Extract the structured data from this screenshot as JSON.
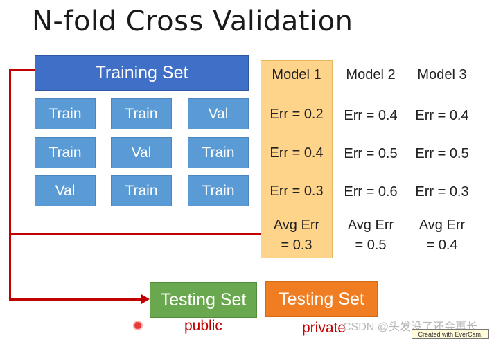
{
  "title": "N-fold Cross Validation",
  "training_set": "Training Set",
  "folds": [
    [
      "Train",
      "Train",
      "Val"
    ],
    [
      "Train",
      "Val",
      "Train"
    ],
    [
      "Val",
      "Train",
      "Train"
    ]
  ],
  "models": [
    {
      "name": "Model 1",
      "errors": [
        "Err = 0.2",
        "Err = 0.4",
        "Err = 0.3"
      ],
      "avg_label": "Avg Err",
      "avg_value": "= 0.3"
    },
    {
      "name": "Model 2",
      "errors": [
        "Err = 0.4",
        "Err = 0.5",
        "Err = 0.6"
      ],
      "avg_label": "Avg Err",
      "avg_value": "= 0.5"
    },
    {
      "name": "Model 3",
      "errors": [
        "Err = 0.4",
        "Err = 0.5",
        "Err = 0.3"
      ],
      "avg_label": "Avg Err",
      "avg_value": "= 0.4"
    }
  ],
  "testing_public": {
    "label": "Testing Set",
    "caption": "public"
  },
  "testing_private": {
    "label": "Testing Set",
    "caption": "private"
  },
  "watermark": "CSDN @头发没了还会再长",
  "badge": "Created with EverCam.",
  "colors": {
    "training_set": "#3f6fc6",
    "fold_cell": "#5b9bd5",
    "model1_highlight": "#fdd48a",
    "arrow": "#c00000",
    "testing_public": "#6aa84f",
    "testing_private": "#f07d21"
  }
}
